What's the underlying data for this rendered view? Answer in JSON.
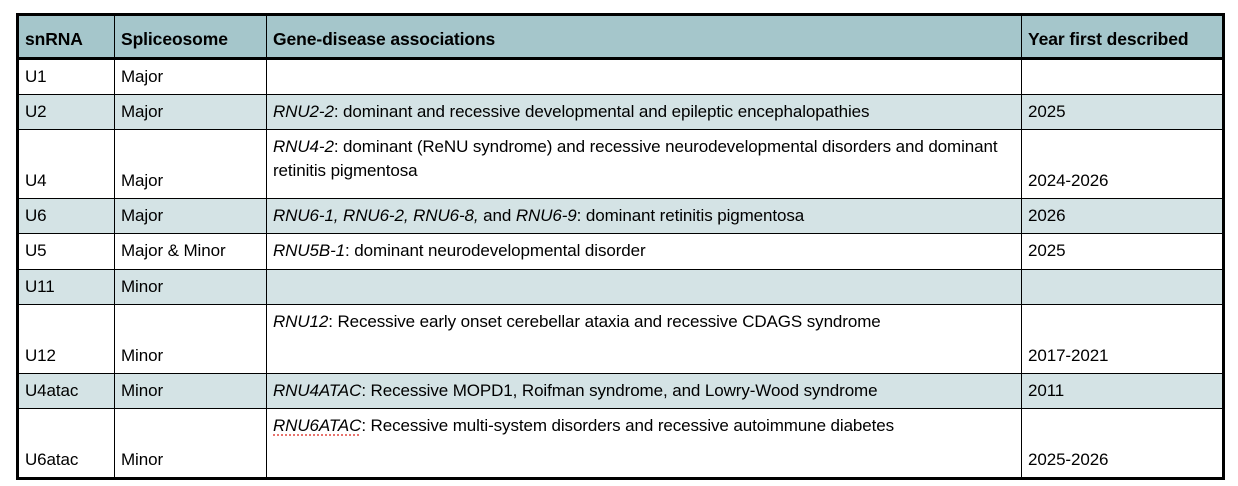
{
  "table": {
    "caption_visible": false,
    "colors": {
      "header_background": "#a5c6cb",
      "row_stripe_background": "#d4e3e5",
      "row_plain_background": "#ffffff",
      "border": "#000000",
      "text": "#000000",
      "spellcheck_underline": "#e8746e"
    },
    "columns": [
      {
        "key": "snrna",
        "label": "snRNA"
      },
      {
        "key": "spliceosome",
        "label": "Spliceosome"
      },
      {
        "key": "associations",
        "label": "Gene-disease associations"
      },
      {
        "key": "year",
        "label": "Year first described"
      }
    ],
    "rows": [
      {
        "snrna": "U1",
        "spliceosome": "Major",
        "gene": "",
        "association_text": "",
        "year": "",
        "shaded": false,
        "tall": false
      },
      {
        "snrna": "U2",
        "spliceosome": "Major",
        "gene": "RNU2-2",
        "association_text": ": dominant and recessive developmental and epileptic encephalopathies",
        "year": "2025",
        "shaded": true,
        "tall": false
      },
      {
        "snrna": "U4",
        "spliceosome": "Major",
        "gene": "RNU4-2",
        "association_text": ": dominant (ReNU syndrome) and recessive neurodevelopmental disorders and dominant retinitis pigmentosa",
        "year": "2024-2026",
        "shaded": false,
        "tall": true
      },
      {
        "snrna": "U6",
        "spliceosome": "Major",
        "gene": "RNU6-1, RNU6-2, RNU6-8,",
        "gene_extra_plain": " and ",
        "gene_extra_italic": "RNU6-9",
        "association_text": ": dominant retinitis pigmentosa",
        "year": "2026",
        "shaded": true,
        "tall": false
      },
      {
        "snrna": "U5",
        "spliceosome": "Major & Minor",
        "gene": "RNU5B-1",
        "association_text": ": dominant neurodevelopmental disorder",
        "year": "2025",
        "shaded": false,
        "tall": false
      },
      {
        "snrna": "U11",
        "spliceosome": "Minor",
        "gene": "",
        "association_text": "",
        "year": "",
        "shaded": true,
        "tall": false
      },
      {
        "snrna": "U12",
        "spliceosome": "Minor",
        "gene": "RNU12",
        "association_text": ": Recessive early onset cerebellar ataxia and recessive CDAGS syndrome",
        "year": "2017-2021",
        "shaded": false,
        "tall": true
      },
      {
        "snrna": "U4atac",
        "spliceosome": "Minor",
        "gene": "RNU4ATAC",
        "association_text": ": Recessive MOPD1, Roifman syndrome, and Lowry-Wood syndrome",
        "year": "2011",
        "shaded": true,
        "tall": false
      },
      {
        "snrna": "U6atac",
        "spliceosome": "Minor",
        "gene": "RNU6ATAC",
        "association_text": ": Recessive multi-system disorders and recessive autoimmune diabetes",
        "year": "2025-2026",
        "shaded": false,
        "tall": true,
        "gene_spellchecked": true
      }
    ]
  }
}
